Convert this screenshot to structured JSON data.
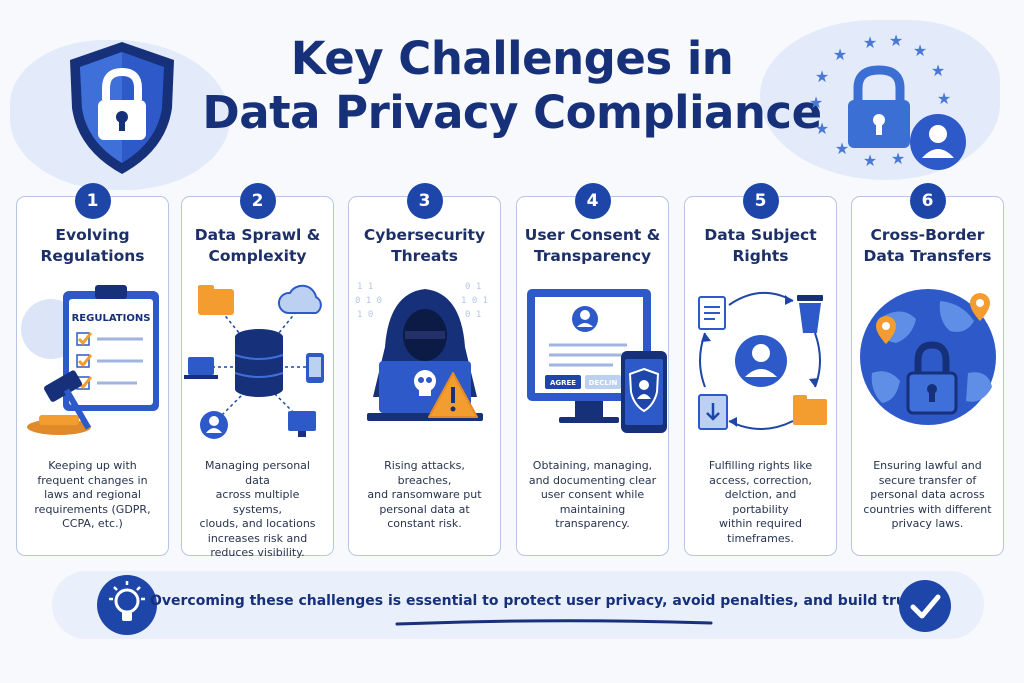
{
  "title": {
    "line1": "Key Challenges in",
    "line2": "Data Privacy Compliance"
  },
  "cards": [
    {
      "number": "1",
      "title": "Evolving\nRegulations",
      "illustration_label": "REGULATIONS",
      "description": "Keeping up with\nfrequent changes in\nlaws and regional\nrequirements (GDPR,\nCCPA, etc.)"
    },
    {
      "number": "2",
      "title": "Data Sprawl &\nComplexity",
      "description": "Managing personal data\nacross multiple systems,\nclouds, and locations\nincreases risk and\nreduces visibility."
    },
    {
      "number": "3",
      "title": "Cybersecurity\nThreats",
      "description": "Rising attacks, breaches,\nand ransomware put\npersonal data at\nconstant risk."
    },
    {
      "number": "4",
      "title": "User Consent &\nTransparency",
      "agree_label": "AGREE",
      "decline_label": "DECLIN",
      "description": "Obtaining, managing,\nand documenting clear\nuser consent while\nmaintaining\ntransparency."
    },
    {
      "number": "5",
      "title": "Data Subject\nRights",
      "description": "Fulfilling rights like\naccess, correction,\ndelction, and portability\nwithin required\ntimeframes."
    },
    {
      "number": "6",
      "title": "Cross-Border\nData Transfers",
      "description": "Ensuring lawful and\nsecure transfer of\npersonal data across\ncountries with different\nprivacy laws."
    }
  ],
  "banner": {
    "text": "Overcoming these challenges is essential to protect user privacy, avoid penalties, and build trust."
  },
  "binary_text": {
    "left": "1 1\n0 1 0\n1 0",
    "right": "0 1\n1 0 1\n0 1"
  },
  "colors": {
    "primary": "#1e46a8",
    "title": "#16307a",
    "accent_orange": "#f39c2f",
    "light_blue": "#e3ebfa"
  }
}
